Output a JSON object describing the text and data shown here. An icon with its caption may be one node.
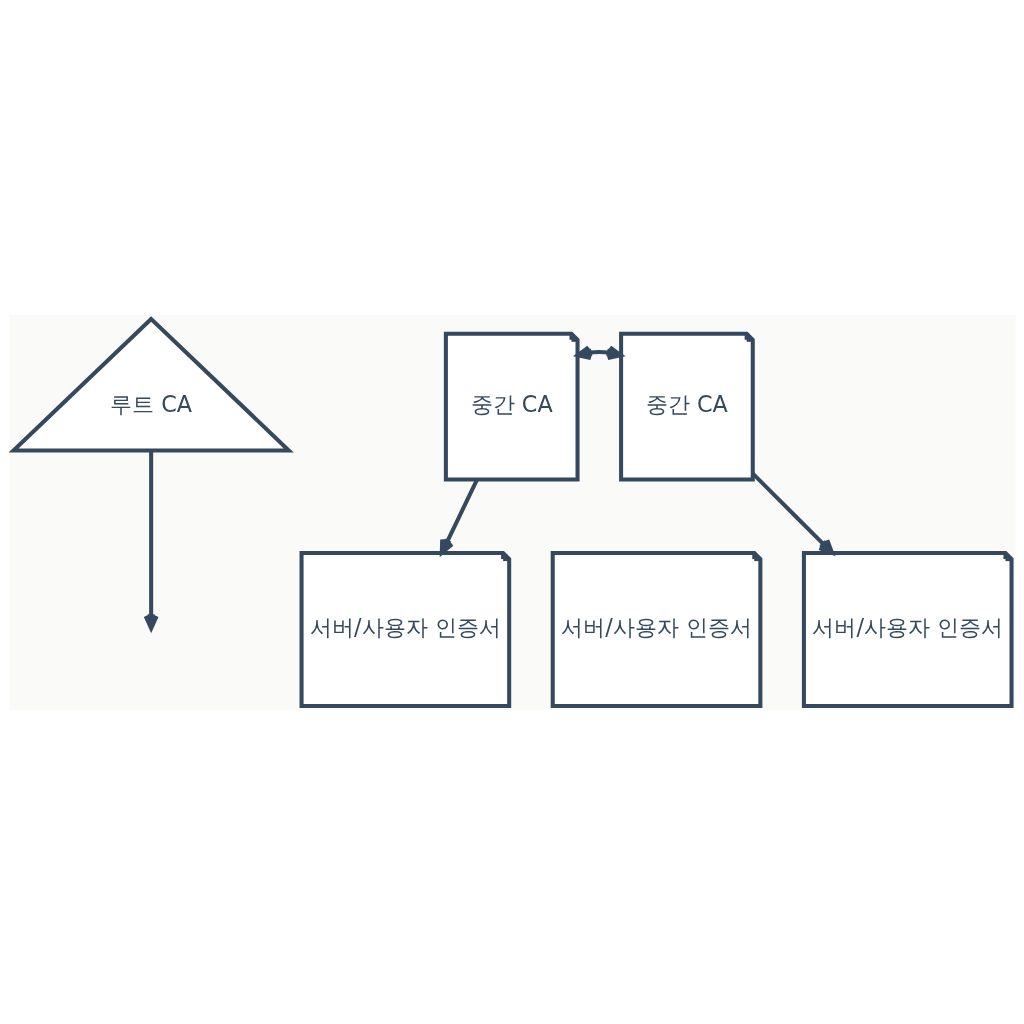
{
  "diagram": {
    "nodes": [
      {
        "text": [
          "루트 CA"
        ]
      },
      {
        "text": [
          "중간 CA"
        ]
      },
      {
        "text": [
          "중간 CA"
        ]
      },
      {
        "text": [
          "서버/사용자 인증서"
        ]
      },
      {
        "text": [
          "서버/사용자 인증서"
        ]
      },
      {
        "text": [
          "서버/사용자 인증서"
        ]
      }
    ],
    "edges": [
      {
        "from": 0,
        "to": null,
        "arrow": "to"
      },
      {
        "from": 1,
        "to": 2,
        "arrow": "both"
      },
      {
        "from": 1,
        "to": 3,
        "arrow": "to"
      },
      {
        "from": 2,
        "to": 5,
        "arrow": "to"
      }
    ]
  }
}
